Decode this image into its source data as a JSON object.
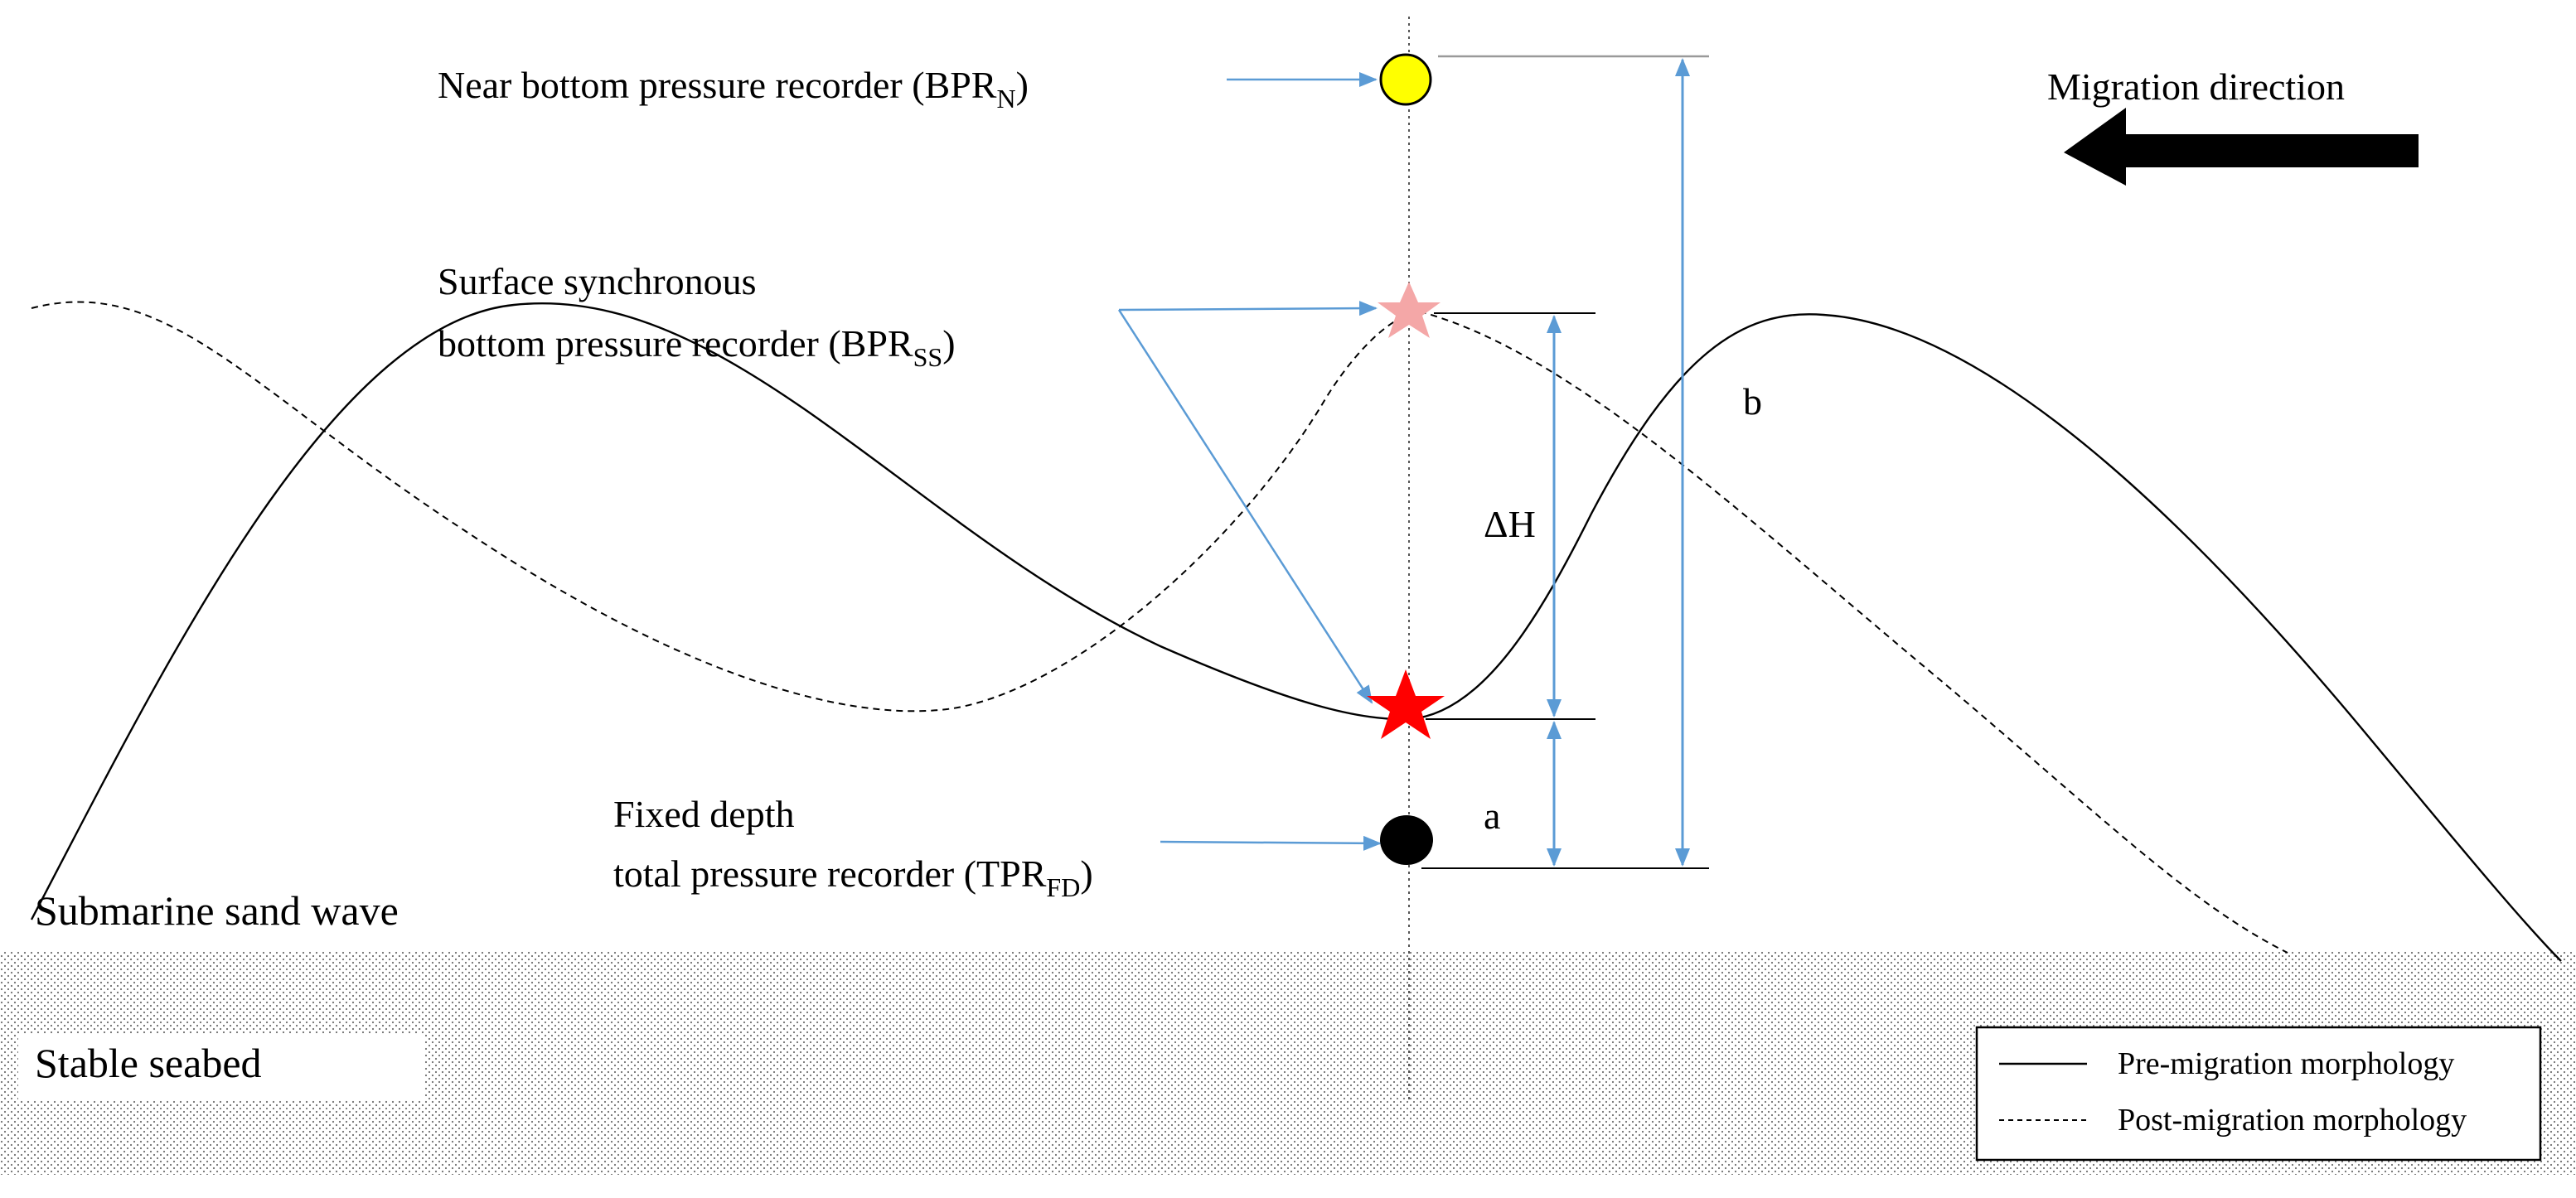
{
  "labels": {
    "bpr_n_prefix": "Near bottom pressure  recorder (BPR",
    "bpr_n_sub": "N",
    "bpr_n_suffix": ")",
    "bpr_ss_line1": "Surface synchronous",
    "bpr_ss_prefix": "bottom pressure recorder (BPR",
    "bpr_ss_sub": "SS",
    "bpr_ss_suffix": ")",
    "tpr_line1": "Fixed depth",
    "tpr_prefix": "total pressure recorder (TPR",
    "tpr_sub": "FD",
    "tpr_suffix": ")",
    "migration_direction": "Migration direction",
    "delta_h": "ΔH",
    "a": "a",
    "b": "b",
    "sand_wave": "Submarine sand wave",
    "seabed": "Stable seabed"
  },
  "legend": {
    "pre": "Pre-migration morphology",
    "post": "Post-migration morphology"
  },
  "colors": {
    "arrow": "#5b9bd5",
    "bpr_n": "#ffff00",
    "star_pre": "#ff0000",
    "star_post": "#f4a7a7",
    "tpr": "#000000",
    "line": "#000000"
  }
}
